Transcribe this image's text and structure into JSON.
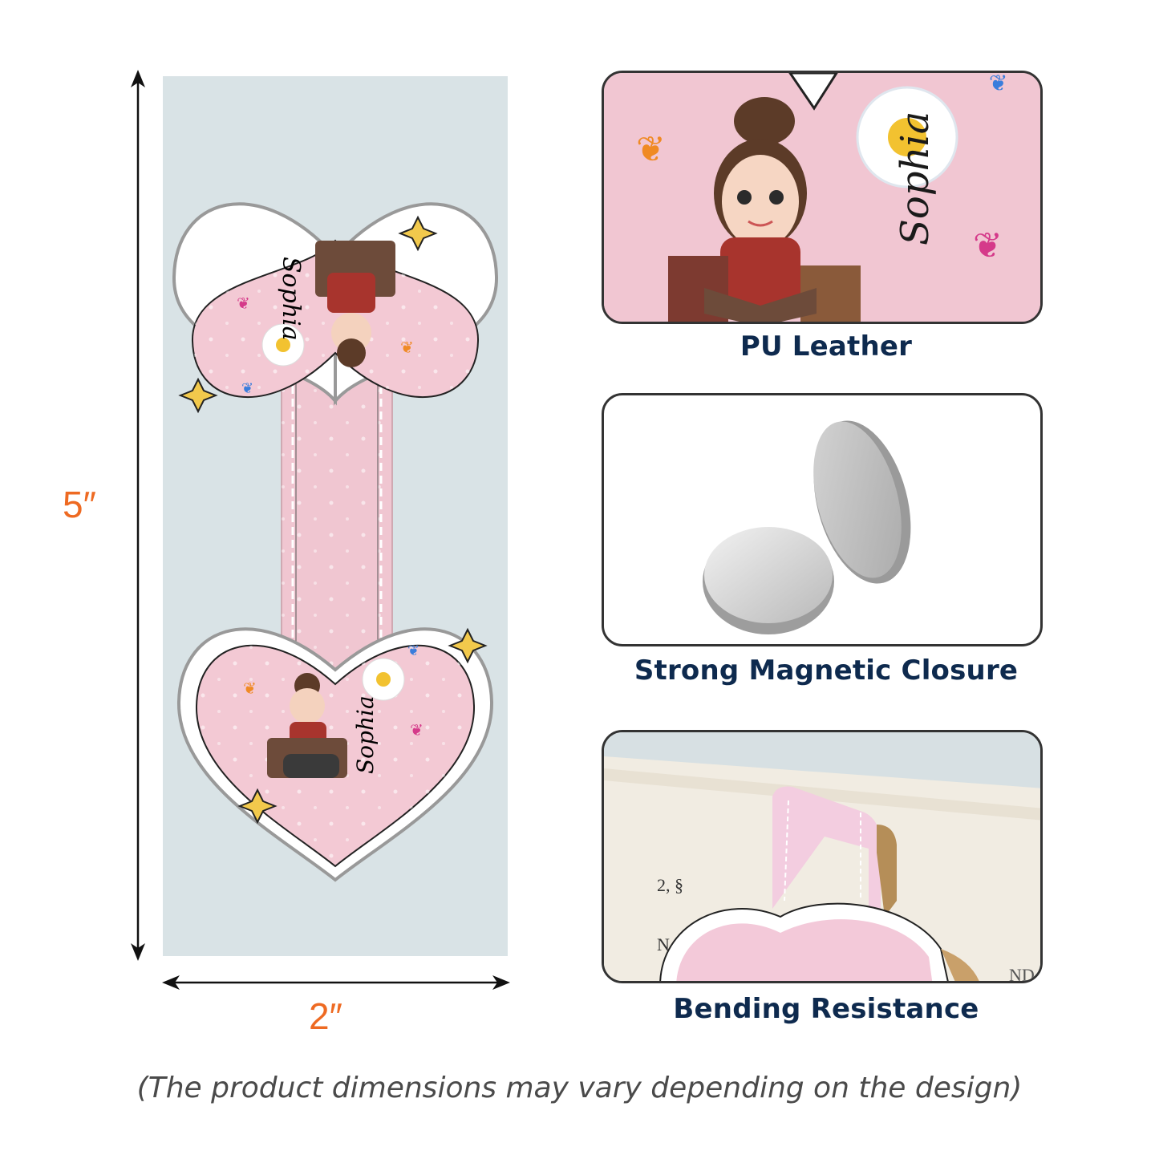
{
  "product": {
    "name_on_design": "Sophia",
    "material_color": "#f3c9d4",
    "background_color": "#d9e3e6"
  },
  "dimensions": {
    "height_label": "5″",
    "width_label": "2″",
    "label_color": "#ee6a22"
  },
  "features": [
    {
      "caption": "PU Leather",
      "image": "leather-closeup"
    },
    {
      "caption": "Strong Magnetic Closure",
      "image": "magnet-discs"
    },
    {
      "caption": "Bending Resistance",
      "image": "bookmark-on-book"
    }
  ],
  "book_page_text": {
    "line1": "2, §",
    "line2": "N",
    "line3": "ND"
  },
  "footnote": "(The product dimensions may vary depending on the design)",
  "colors": {
    "caption": "#0e2a4e",
    "footnote": "#4a4a4a",
    "panel_border": "#333333"
  }
}
